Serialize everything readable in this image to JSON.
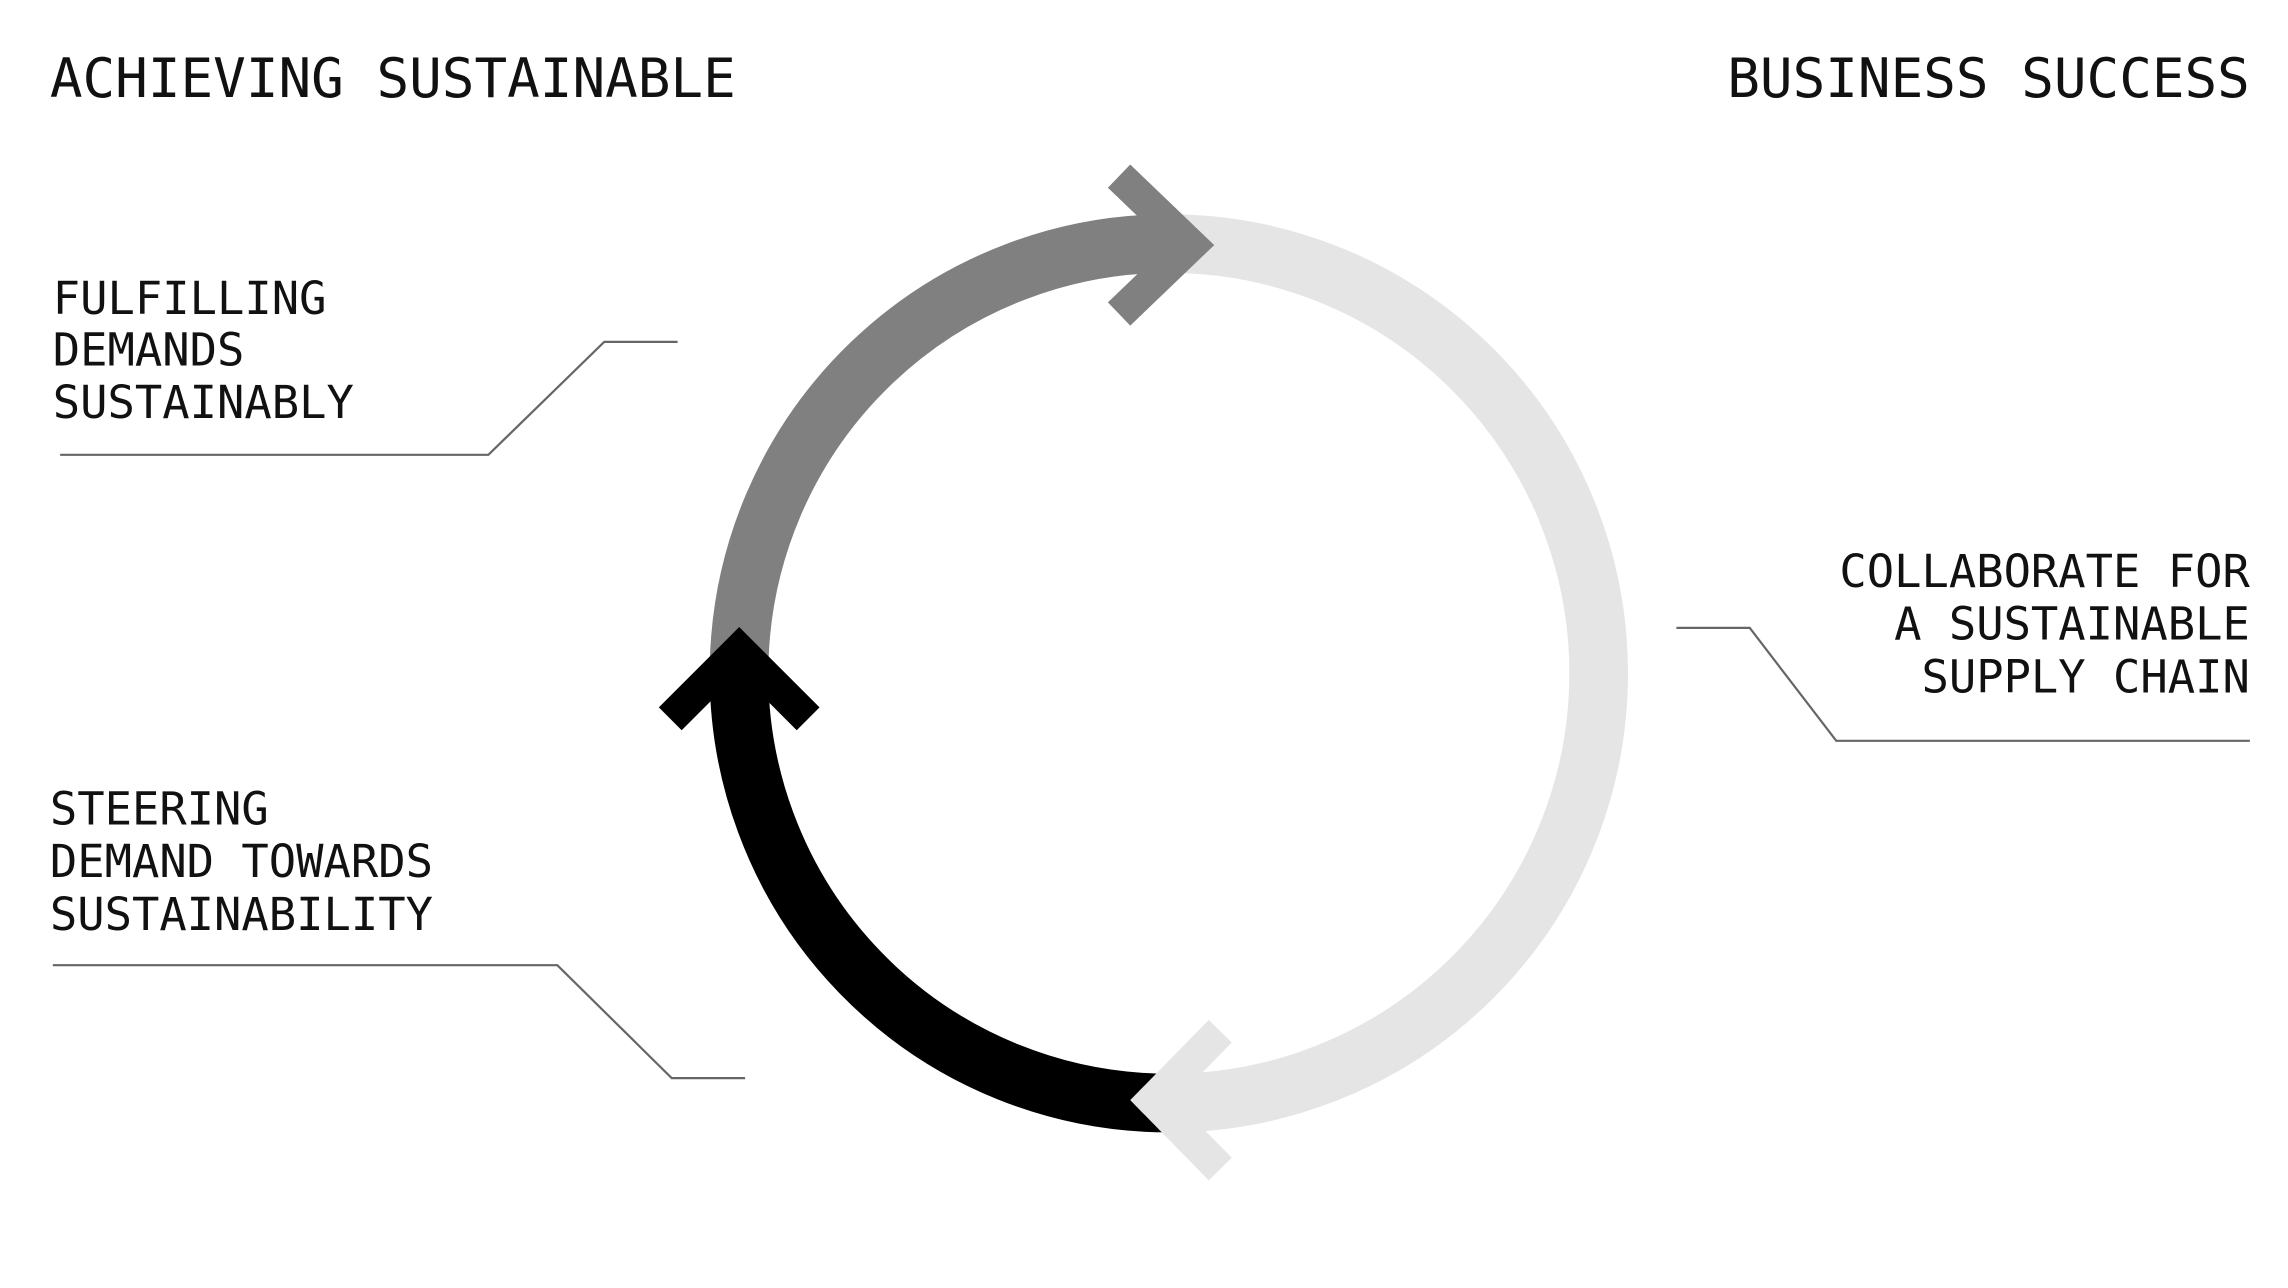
{
  "title": {
    "left": "ACHIEVING SUSTAINABLE",
    "right": "BUSINESS SUCCESS"
  },
  "stages": [
    {
      "lines": [
        "FULFILLING",
        "DEMANDS",
        "SUSTAINABLY"
      ],
      "color": "#808080"
    },
    {
      "lines": [
        "COLLABORATE FOR",
        "A SUSTAINABLE",
        "SUPPLY CHAIN"
      ],
      "color": "#e5e5e5"
    },
    {
      "lines": [
        "STEERING",
        "DEMAND TOWARDS",
        "SUSTAINABILITY"
      ],
      "color": "#000000"
    }
  ]
}
